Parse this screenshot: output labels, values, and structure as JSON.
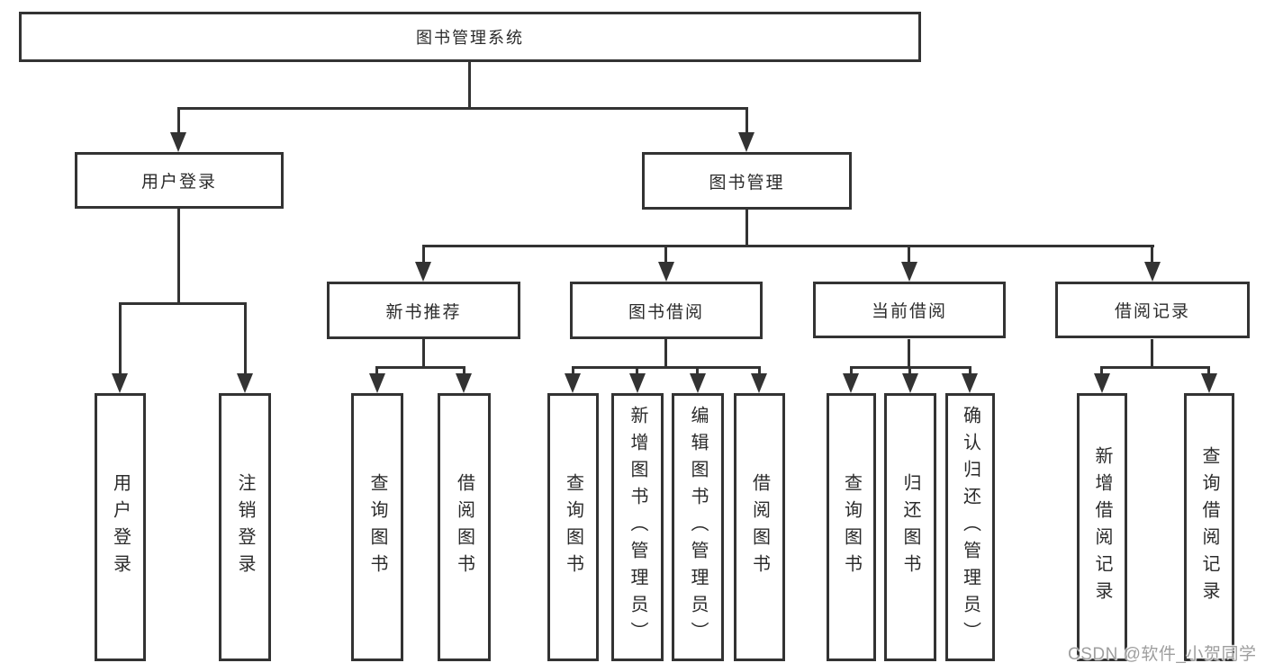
{
  "tree": {
    "label": "图书管理系统",
    "children": [
      {
        "label": "用户登录",
        "children": [
          {
            "label": "用户登录"
          },
          {
            "label": "注销登录"
          }
        ]
      },
      {
        "label": "图书管理",
        "children": [
          {
            "label": "新书推荐",
            "children": [
              {
                "label": "查询图书"
              },
              {
                "label": "借阅图书"
              }
            ]
          },
          {
            "label": "图书借阅",
            "children": [
              {
                "label": "查询图书"
              },
              {
                "label": "新增图书（管理员）"
              },
              {
                "label": "编辑图书（管理员）"
              },
              {
                "label": "借阅图书"
              }
            ]
          },
          {
            "label": "当前借阅",
            "children": [
              {
                "label": "查询图书"
              },
              {
                "label": "归还图书"
              },
              {
                "label": "确认归还（管理员）"
              }
            ]
          },
          {
            "label": "借阅记录",
            "children": [
              {
                "label": "新增借阅记录"
              },
              {
                "label": "查询借阅记录"
              }
            ]
          }
        ]
      }
    ]
  },
  "watermark": {
    "text": "CSDN @软件_小贺同学"
  },
  "colors": {
    "line": "#333333",
    "text": "#2b2b2b",
    "background": "#ffffff",
    "watermark": "#9e9e9e"
  }
}
